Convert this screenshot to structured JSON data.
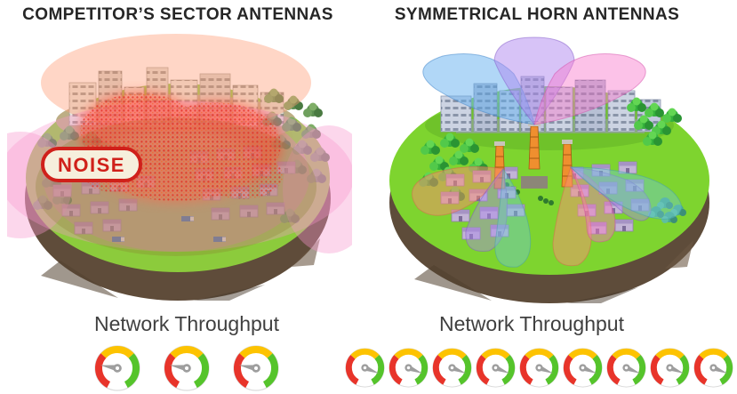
{
  "left_panel": {
    "title": "COMPETITOR’S SECTOR ANTENNAS",
    "illustration": {
      "description": "3D island city covered by overlapping sector-antenna lobes causing interference",
      "noise_badge": "NOISE"
    },
    "throughput": {
      "label": "Network Throughput",
      "gauge_count": 3,
      "gauge_level": "low",
      "needle_angle_deg": 190
    }
  },
  "right_panel": {
    "title": "SYMMETRICAL HORN ANTENNAS",
    "illustration": {
      "description": "3D island city covered by clean symmetric horn-antenna beams from three towers"
    },
    "throughput": {
      "label": "Network Throughput",
      "gauge_count": 9,
      "gauge_level": "high",
      "needle_angle_deg": 22
    }
  },
  "gauge_colors": {
    "red": "#e8342a",
    "yellow": "#fdc300",
    "green": "#55c42b",
    "needle": "#9e9e9e",
    "rim": "#dcdcdc",
    "face": "#ffffff"
  },
  "badge_colors": {
    "background": "#f6efdc",
    "border": "#d0201a",
    "text": "#d0201a"
  }
}
